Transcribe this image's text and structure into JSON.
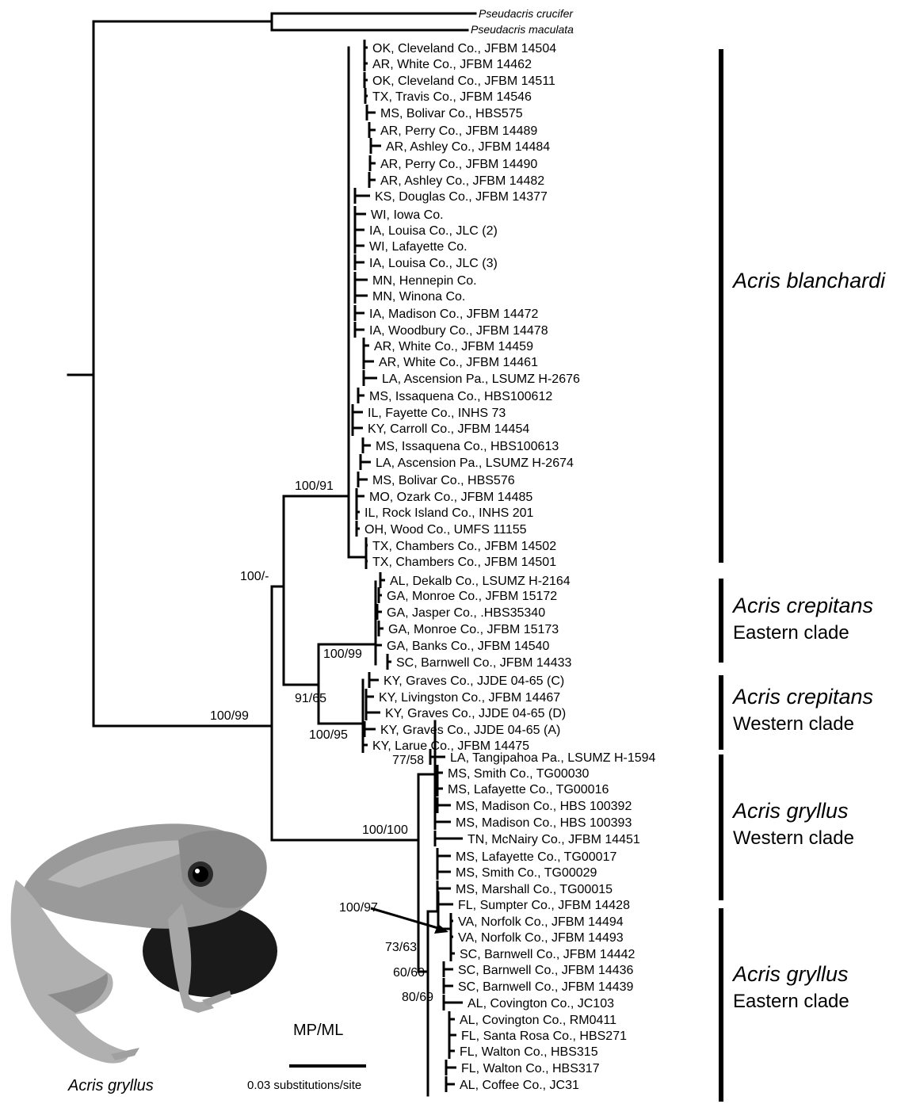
{
  "outgroup": [
    {
      "label": "Pseudacris crucifer"
    },
    {
      "label": "Pseudacris maculata"
    }
  ],
  "tips": [
    "OK, Cleveland Co., JFBM 14504",
    "AR, White Co., JFBM 14462",
    "OK, Cleveland Co., JFBM 14511",
    "TX, Travis Co., JFBM 14546",
    "MS, Bolivar Co., HBS575",
    "AR, Perry Co., JFBM 14489",
    "AR, Ashley Co., JFBM 14484",
    "AR, Perry Co., JFBM 14490",
    "AR, Ashley Co., JFBM 14482",
    "KS, Douglas Co., JFBM 14377",
    "WI, Iowa Co.",
    "IA, Louisa Co., JLC (2)",
    "WI, Lafayette Co.",
    "IA, Louisa Co., JLC (3)",
    "MN, Hennepin Co.",
    "MN, Winona Co.",
    "IA, Madison Co., JFBM 14472",
    "IA, Woodbury Co., JFBM 14478",
    "AR, White Co., JFBM 14459",
    "AR, White Co., JFBM 14461",
    "LA, Ascension Pa., LSUMZ H-2676",
    "MS, Issaquena Co., HBS100612",
    "IL, Fayette Co., INHS 73",
    "KY, Carroll Co., JFBM 14454",
    "MS, Issaquena Co., HBS100613",
    "LA, Ascension Pa., LSUMZ H-2674",
    "MS, Bolivar Co., HBS576",
    "MO, Ozark Co., JFBM 14485",
    "IL, Rock Island Co., INHS 201",
    "OH, Wood Co., UMFS 11155",
    "TX, Chambers Co., JFBM 14502",
    "TX, Chambers Co., JFBM 14501",
    "AL, Dekalb Co., LSUMZ H-2164",
    "GA, Monroe Co., JFBM 15172",
    "GA, Jasper Co., .HBS35340",
    "GA, Monroe Co., JFBM 15173",
    "GA, Banks Co., JFBM 14540",
    "SC, Barnwell Co., JFBM 14433",
    "KY, Graves Co., JJDE 04-65 (C)",
    "KY, Livingston Co., JFBM 14467",
    "KY, Graves Co., JJDE 04-65 (D)",
    "KY, Graves Co., JJDE 04-65 (A)",
    "KY, Larue Co., JFBM 14475",
    "LA, Tangipahoa Pa., LSUMZ H-1594",
    "MS, Smith Co., TG00030",
    "MS, Lafayette Co., TG00016",
    "MS, Madison Co., HBS 100392",
    "MS, Madison Co., HBS 100393",
    "TN, McNairy Co., JFBM 14451",
    "MS, Lafayette Co., TG00017",
    "MS, Smith Co., TG00029",
    "MS, Marshall Co., TG00015",
    "FL, Sumpter Co., JFBM 14428",
    "VA, Norfolk Co., JFBM 14494",
    "VA, Norfolk Co., JFBM 14493",
    "SC, Barnwell Co., JFBM 14442",
    "SC, Barnwell Co., JFBM 14436",
    "SC, Barnwell Co., JFBM 14439",
    "AL, Covington Co., JC103",
    "AL, Covington Co., RM0411",
    "FL, Santa Rosa Co., HBS271",
    "FL, Walton Co., HBS315",
    "FL, Walton Co., HBS317",
    "AL, Coffee Co., JC31"
  ],
  "support": {
    "blanchardi": "100/91",
    "blanchardi_crepitans": "100/-",
    "crepitans": "91/65",
    "crepitans_east": "100/99",
    "crepitans_west": "100/95",
    "ingroup": "100/99",
    "gryllus": "100/100",
    "gryllus_west_sub": "77/58",
    "gryllus_east_a": "100/97",
    "gryllus_east_b": "73/63",
    "gryllus_east_c": "60/60",
    "gryllus_east_d": "80/69"
  },
  "clades": {
    "blanchardi": {
      "name": "Acris blanchardi",
      "sub": ""
    },
    "crepitans_east": {
      "name": "Acris crepitans",
      "sub": "Eastern clade"
    },
    "crepitans_west": {
      "name": "Acris crepitans",
      "sub": "Western clade"
    },
    "gryllus_west": {
      "name": "Acris gryllus",
      "sub": "Western clade"
    },
    "gryllus_east": {
      "name": "Acris gryllus",
      "sub": "Eastern clade"
    }
  },
  "legend": {
    "method": "MP/ML",
    "scale_label": "0.03 substitutions/site"
  },
  "photo": {
    "caption": "Acris gryllus"
  }
}
